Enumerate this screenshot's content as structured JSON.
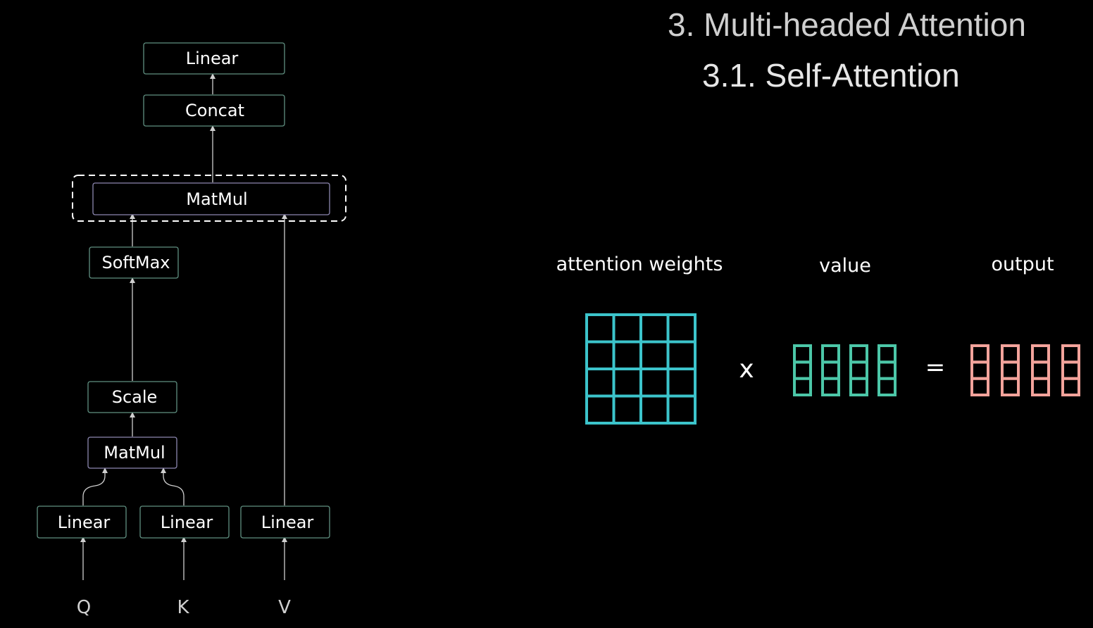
{
  "slide": {
    "title": "3. Multi-headed Attention",
    "subtitle": "3.1. Self-Attention"
  },
  "diagram": {
    "linear_top": "Linear",
    "concat": "Concat",
    "matmul_top": "MatMul",
    "softmax": "SoftMax",
    "scale": "Scale",
    "matmul_bottom": "MatMul",
    "linear_q": "Linear",
    "linear_k": "Linear",
    "linear_v": "Linear",
    "input_q": "Q",
    "input_k": "K",
    "input_v": "V"
  },
  "equation": {
    "weights_label": "attention weights",
    "value_label": "value",
    "output_label": "output",
    "multiply_sign": "x",
    "equals_sign": "=",
    "weights_grid": {
      "rows": 4,
      "cols": 4
    },
    "value_vectors": {
      "count": 4,
      "cells": 3
    },
    "output_vectors": {
      "count": 4,
      "cells": 3
    }
  },
  "colors": {
    "background": "#000000",
    "box_border": "#5f8f80",
    "box_border_purple": "#8c87b0",
    "arrow": "#cfcfcf",
    "weights": "#3cc4cb",
    "value": "#4cc7a8",
    "output": "#f3a39b"
  }
}
